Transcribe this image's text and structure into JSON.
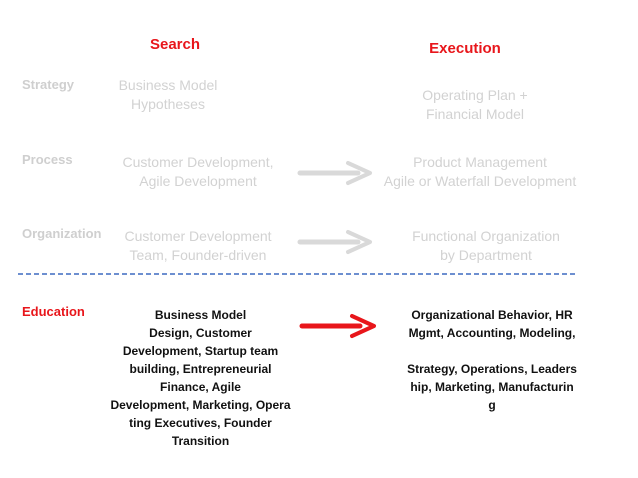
{
  "columns": {
    "search": "Search",
    "execution": "Execution"
  },
  "rows": [
    {
      "label": "Strategy",
      "search": "Business Model\nHypotheses",
      "execution": "Operating Plan +\nFinancial Model"
    },
    {
      "label": "Process",
      "search": "Customer Development,\nAgile Development",
      "execution": "Product Management\nAgile or Waterfall Development"
    },
    {
      "label": "Organization",
      "search": "Customer Development\nTeam, Founder-driven",
      "execution": "Functional Organization\nby Department"
    }
  ],
  "education": {
    "label": "Education",
    "search": "Business Model\nDesign, Customer\nDevelopment, Startup team\nbuilding, Entrepreneurial\nFinance, Agile\nDevelopment, Marketing, Opera\nting Executives, Founder\nTransition",
    "execution": "Organizational Behavior, HR\nMgmt, Accounting, Modeling,\n\nStrategy, Operations, Leaders\nhip, Marketing, Manufacturin\ng"
  },
  "colors": {
    "accent_red": "#e8161b",
    "faded_text": "#d2d2d2",
    "divider_blue": "#6d8fd0"
  }
}
